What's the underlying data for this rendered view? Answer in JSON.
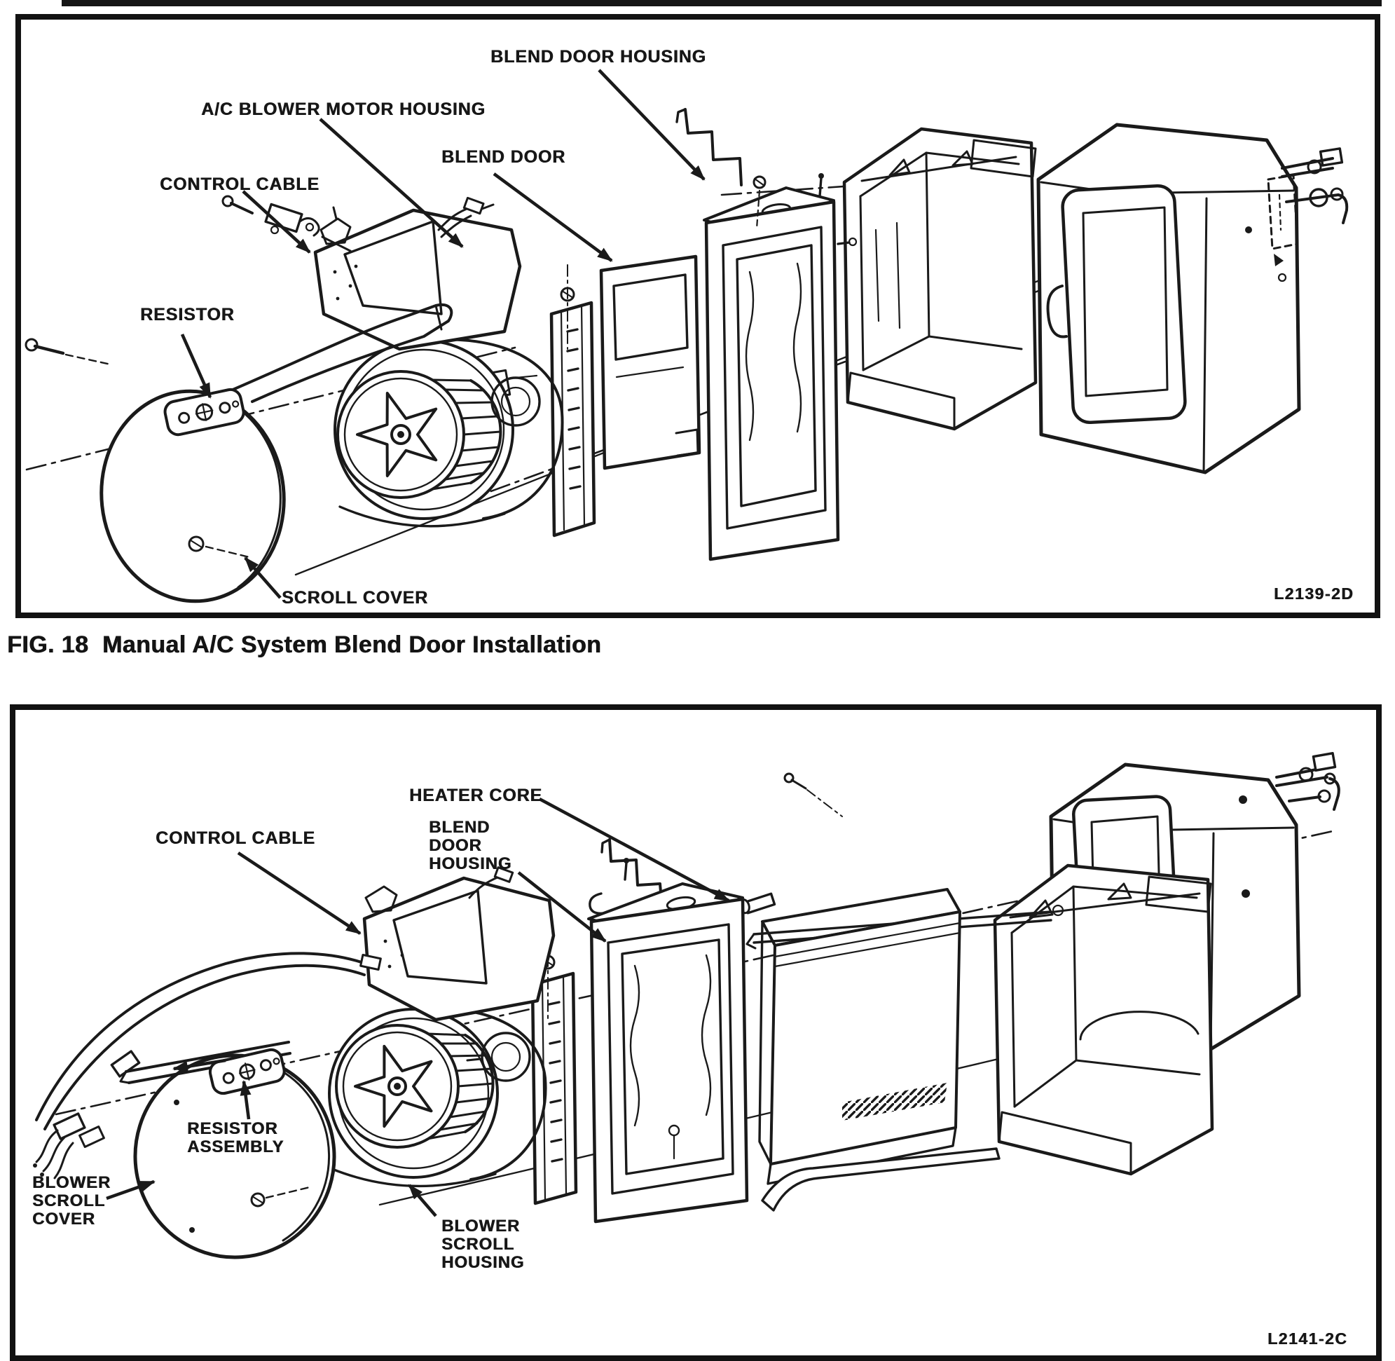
{
  "page": {
    "paper_color": "#ffffff",
    "ink_color": "#1a1a1a"
  },
  "fig18": {
    "caption": "FIG. 18  Manual A/C System Blend Door Installation",
    "ref_code": "L2139-2D",
    "labels": {
      "blend_door_housing": "BLEND DOOR HOUSING",
      "ac_blower_motor_housing": "A/C BLOWER MOTOR HOUSING",
      "blend_door": "BLEND DOOR",
      "control_cable": "CONTROL CABLE",
      "resistor": "RESISTOR",
      "scroll_cover": "SCROLL COVER"
    }
  },
  "fig_l2141": {
    "ref_code": "L2141-2C",
    "labels": {
      "heater_core": "HEATER CORE",
      "control_cable": "CONTROL CABLE",
      "blend_door_housing": "BLEND\nDOOR\nHOUSING",
      "resistor_assembly": "RESISTOR\nASSEMBLY",
      "blower_scroll_cover": "BLOWER\nSCROLL\nCOVER",
      "blower_scroll_housing": "BLOWER\nSCROLL\nHOUSING"
    }
  }
}
